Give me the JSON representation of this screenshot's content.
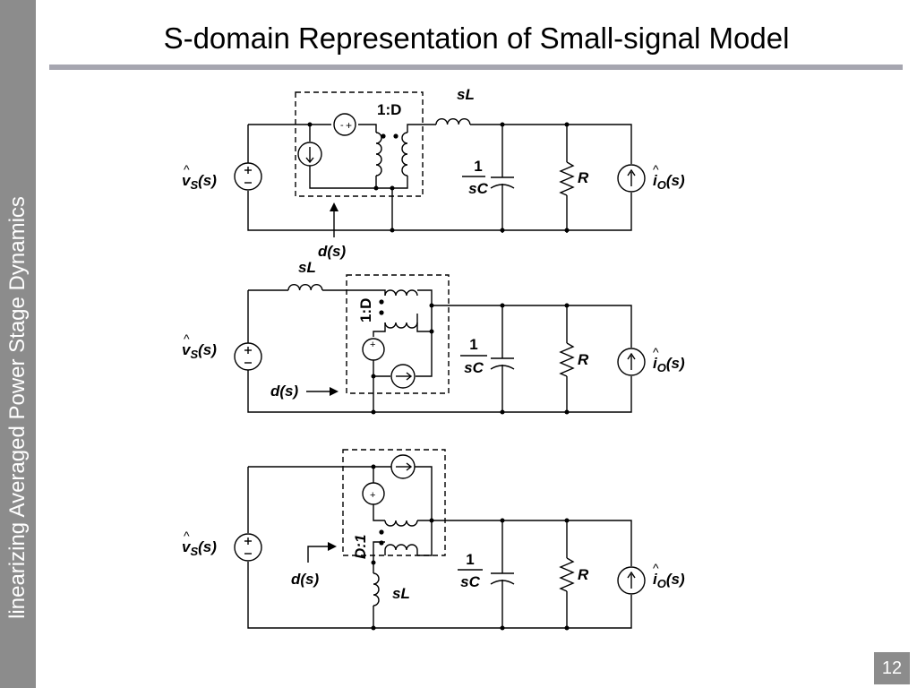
{
  "slide": {
    "title": "S-domain Representation of Small-signal Model",
    "sidebar_text": "linearizing Averaged Power Stage Dynamics",
    "page_number": "12"
  },
  "circuit_labels": {
    "source": "v",
    "source_sub": "S",
    "arg": "(s)",
    "load_current": "i",
    "load_current_sub": "O",
    "inductor": "sL",
    "cap_num": "1",
    "cap_den": "sC",
    "resistor": "R",
    "duty": "d(s)",
    "ratio1": "1:D",
    "ratio3": "D:1"
  }
}
